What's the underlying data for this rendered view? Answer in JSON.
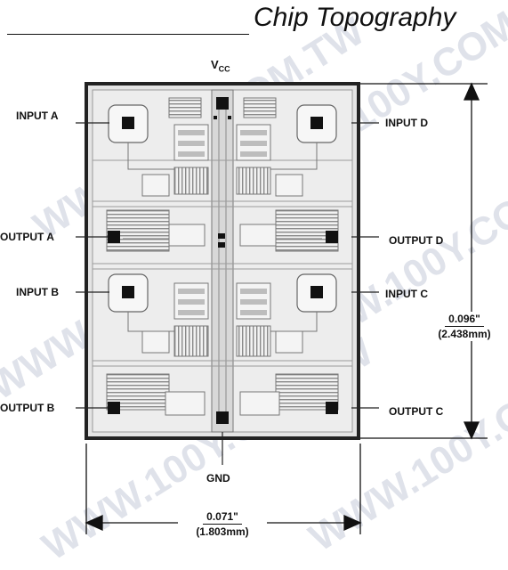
{
  "title": "Chip Topography",
  "pins": {
    "vcc": "V",
    "vcc_sub": "CC",
    "gnd": "GND",
    "input_a": "INPUT A",
    "output_a": "OUTPUT A",
    "input_b": "INPUT B",
    "output_b": "OUTPUT B",
    "input_d": "INPUT D",
    "output_d": "OUTPUT D",
    "input_c": "INPUT C",
    "output_c": "OUTPUT C"
  },
  "dimensions": {
    "height_in": "0.096\"",
    "height_mm": "(2.438mm)",
    "width_in": "0.071\"",
    "width_mm": "(1.803mm)"
  },
  "watermark": "WWW.100Y.COM.TW"
}
